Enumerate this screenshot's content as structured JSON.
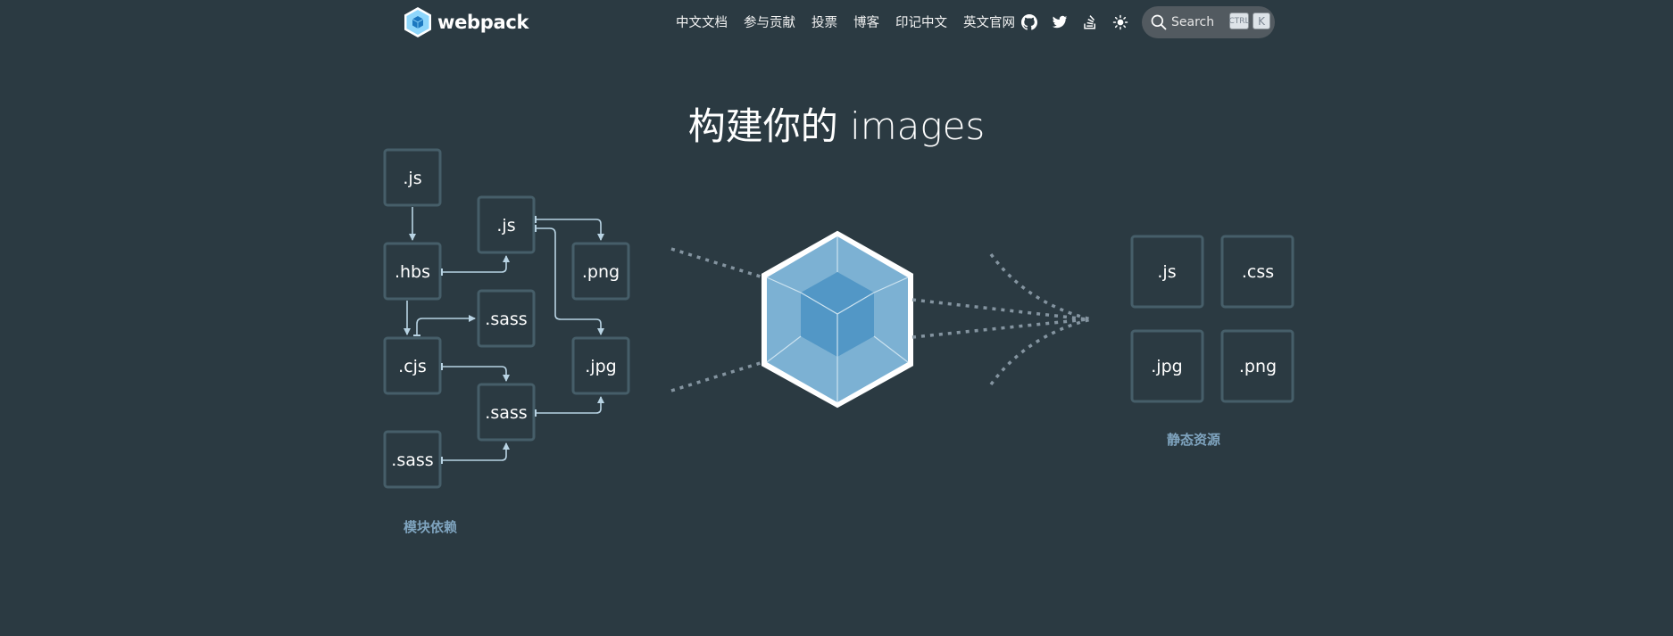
{
  "header": {
    "logo_text": "webpack",
    "nav_items": [
      "中文文档",
      "参与贡献",
      "投票",
      "博客",
      "印记中文",
      "英文官网"
    ],
    "icons": [
      "github-icon",
      "twitter-icon",
      "stackoverflow-icon",
      "theme-sun-icon"
    ],
    "search": {
      "label": "Search",
      "kbd_ctrl": "CTRL",
      "kbd_key": "K"
    }
  },
  "title": {
    "prefix": "构建你的",
    "word": "images"
  },
  "modules": {
    "boxes": [
      ".js",
      ".hbs",
      ".cjs",
      ".sass",
      ".js",
      ".sass",
      ".sass",
      ".png",
      ".jpg"
    ],
    "caption": "模块依赖"
  },
  "assets": {
    "boxes": [
      ".js",
      ".css",
      ".jpg",
      ".png"
    ],
    "caption": "静态资源"
  },
  "colors": {
    "background": "#2b3a42",
    "box_border": "#465e69",
    "arrow": "#b8d3e3",
    "cube_light": "#8ed6fb",
    "cube_dark": "#1c78c0",
    "caption": "#7fa4bf"
  }
}
